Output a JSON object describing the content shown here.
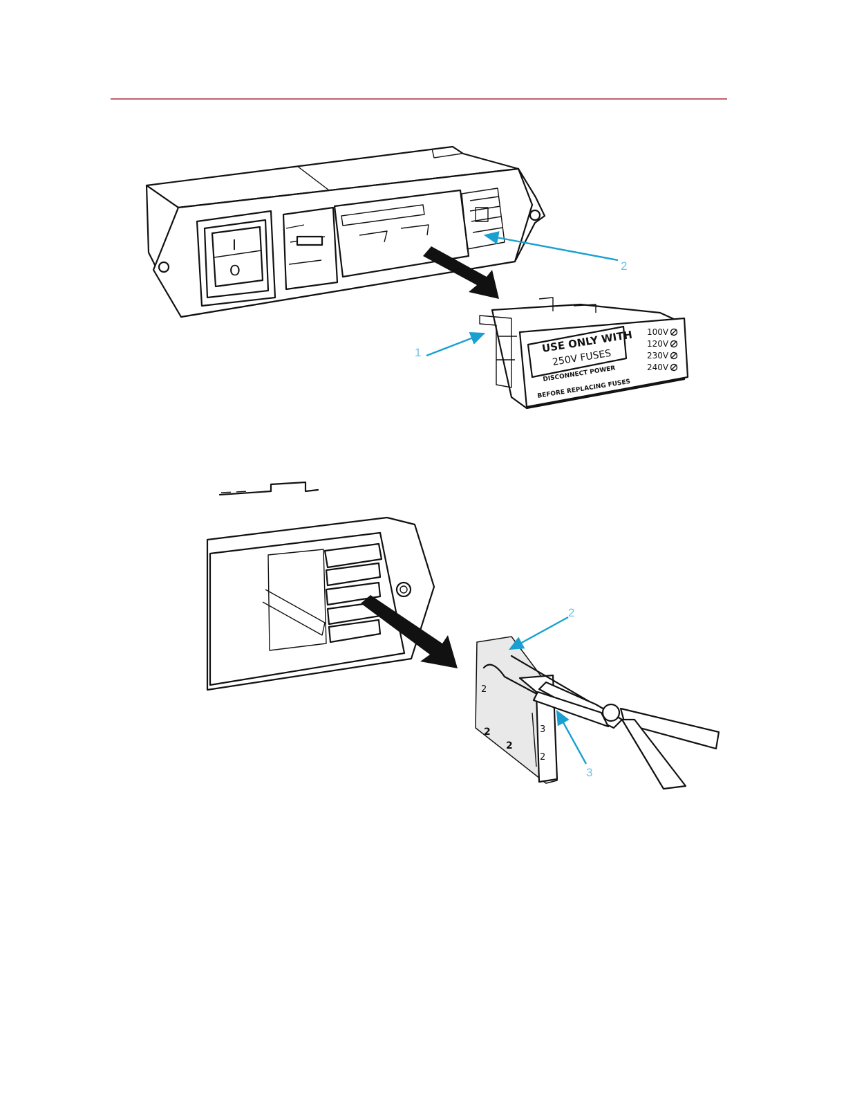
{
  "figure_top": {
    "label": {
      "line1": "USE ONLY WITH",
      "line2": "250V FUSES",
      "warning1": "DISCONNECT POWER",
      "warning2": "BEFORE REPLACING FUSES"
    },
    "voltages": [
      "100V",
      "120V",
      "230V",
      "240V"
    ],
    "switch_symbols": {
      "on": "I",
      "off": "O"
    },
    "callouts": [
      "1",
      "2"
    ]
  },
  "figure_bottom": {
    "callouts": [
      "2",
      "3"
    ],
    "part_marks": [
      "2",
      "2",
      "2",
      "3",
      "2"
    ]
  },
  "colors": {
    "rule": "#c0606e",
    "callout": "#1aa0d0",
    "callout_text": "#6fc3e6",
    "ink": "#111111"
  }
}
